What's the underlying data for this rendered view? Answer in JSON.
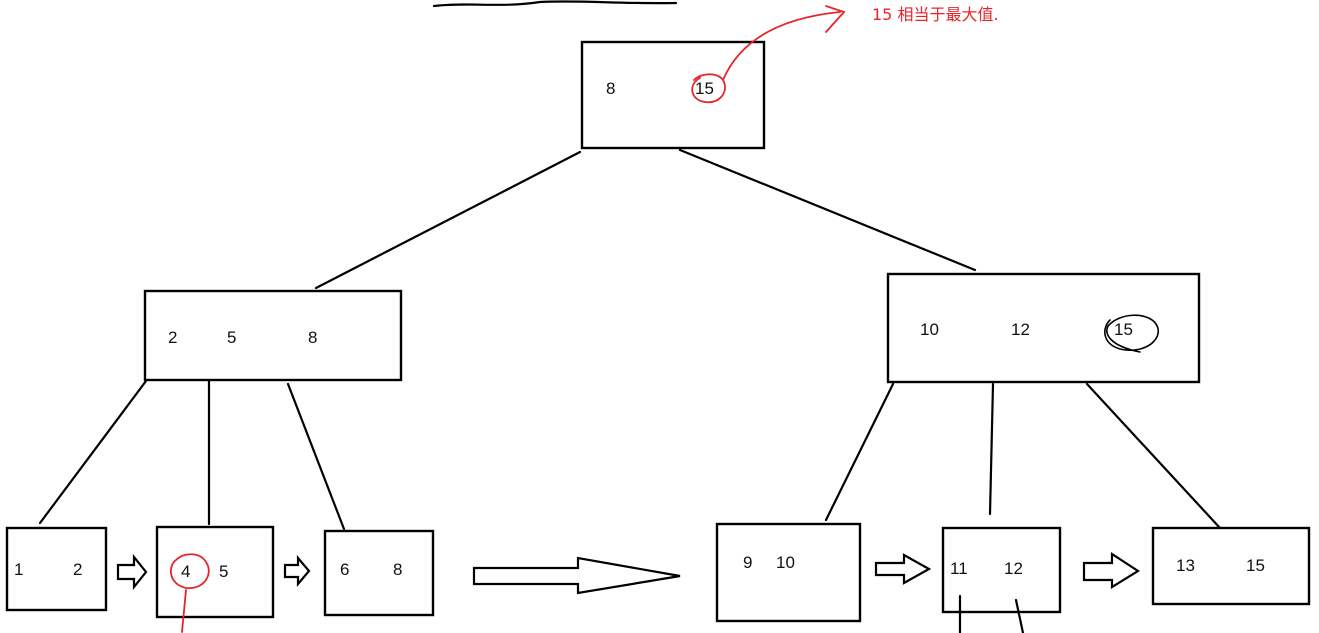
{
  "annotation": {
    "text": "15 相当于最大值.",
    "color": "#e8242b"
  },
  "root": {
    "keys": [
      "8",
      "15"
    ]
  },
  "internal_left": {
    "keys": [
      "2",
      "5",
      "8"
    ]
  },
  "internal_right": {
    "keys": [
      "10",
      "12",
      "15"
    ]
  },
  "leaves": [
    {
      "keys": [
        "1",
        "2"
      ]
    },
    {
      "keys": [
        "4",
        "5"
      ]
    },
    {
      "keys": [
        "6",
        "8"
      ]
    },
    {
      "keys": [
        "9",
        "10"
      ]
    },
    {
      "keys": [
        "11",
        "12"
      ]
    },
    {
      "keys": [
        "13",
        "15"
      ]
    }
  ],
  "colors": {
    "ink": "#000000",
    "highlight": "#e8242b"
  }
}
